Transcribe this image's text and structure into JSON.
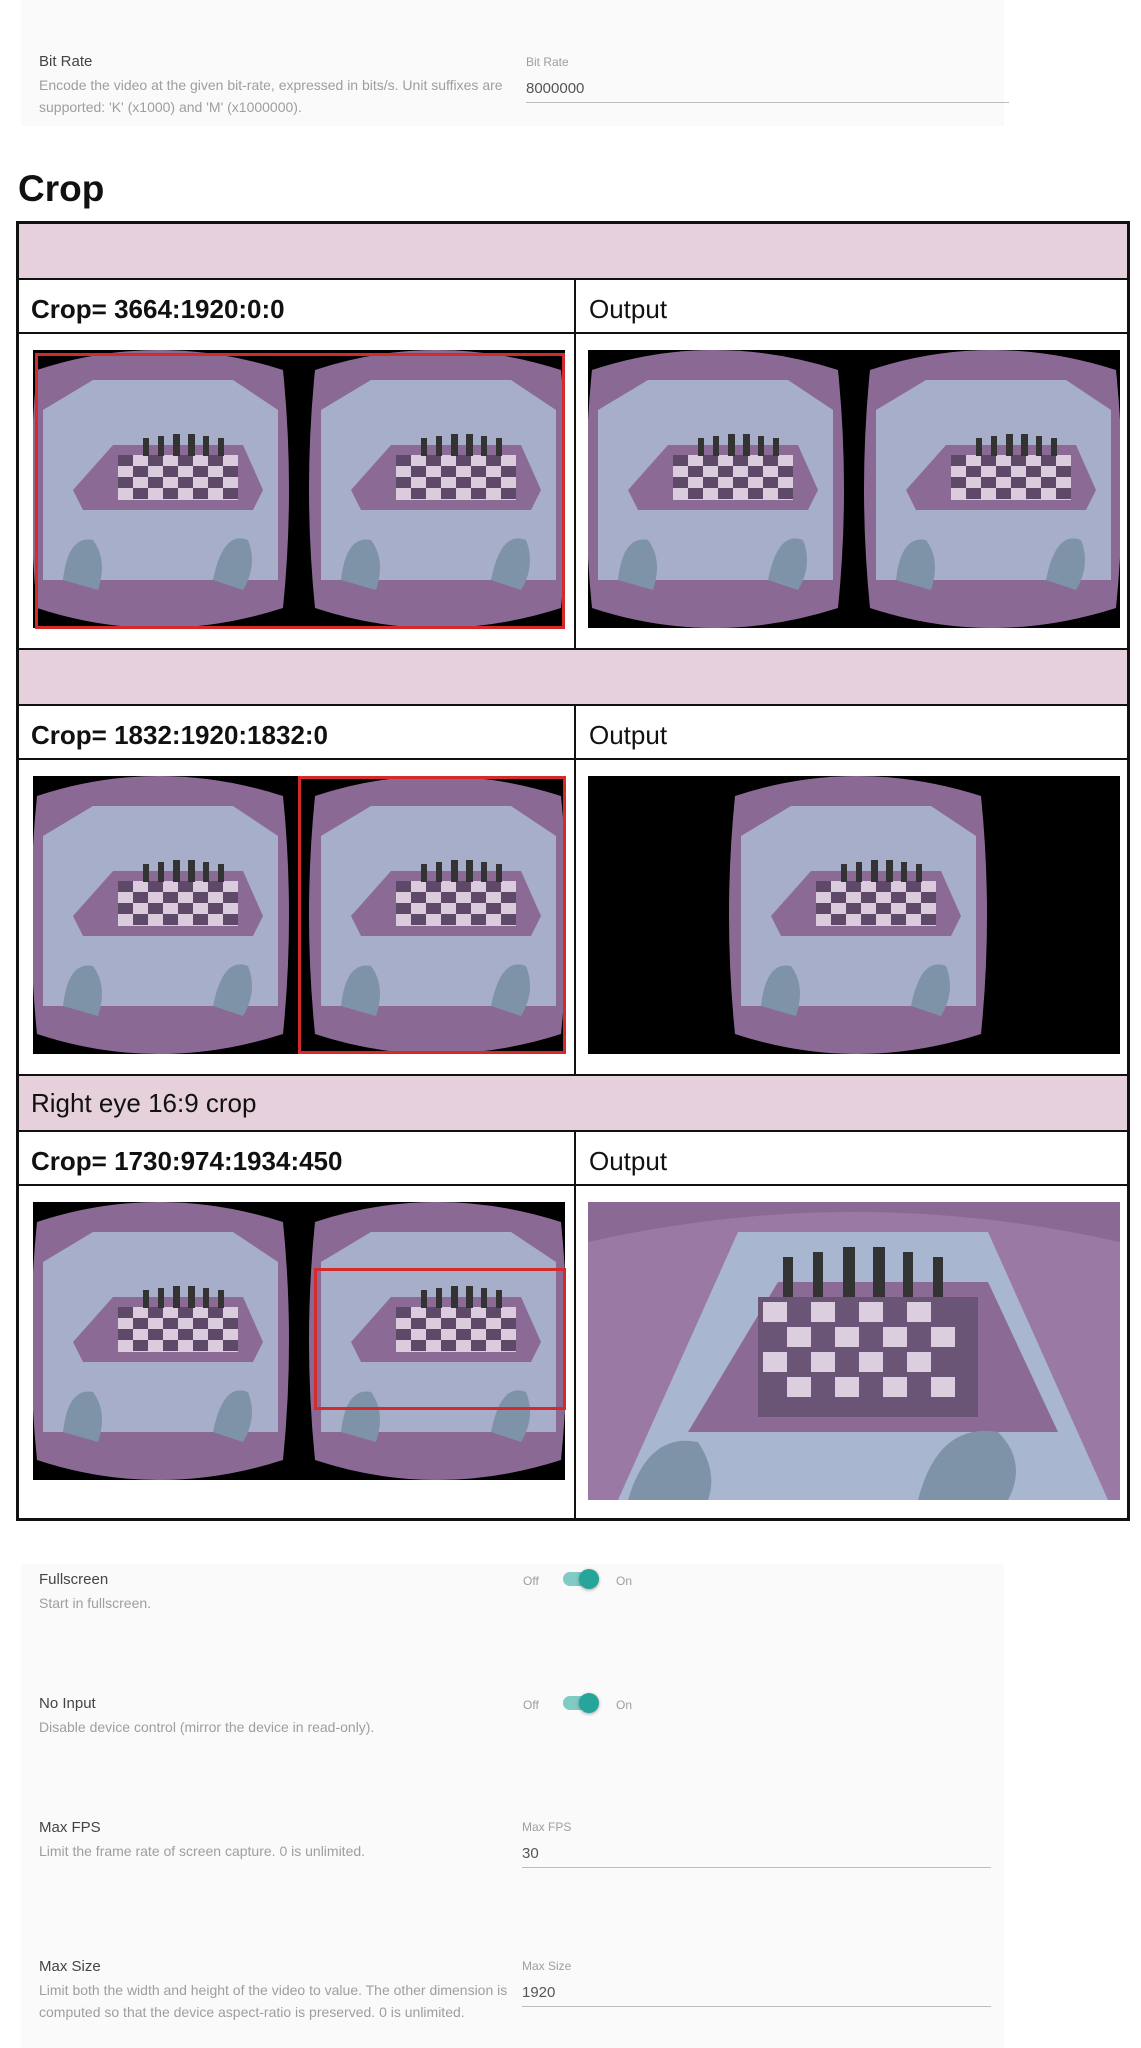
{
  "bit_rate": {
    "title": "Bit Rate",
    "description": "Encode the video at the given bit-rate, expressed in bits/s. Unit suffixes are supported: 'K' (x1000) and 'M' (x1000000).",
    "field_label": "Bit Rate",
    "value": "8000000"
  },
  "crop_section": {
    "heading": "Crop",
    "examples": [
      {
        "band_label": "",
        "crop_label": "Crop= 3664:1920:0:0",
        "output_label": "Output"
      },
      {
        "band_label": "",
        "crop_label": "Crop= 1832:1920:1832:0",
        "output_label": "Output"
      },
      {
        "band_label": "Right eye 16:9 crop",
        "crop_label": "Crop= 1730:974:1934:450",
        "output_label": "Output"
      }
    ]
  },
  "fullscreen": {
    "title": "Fullscreen",
    "description": "Start in fullscreen.",
    "off_label": "Off",
    "on_label": "On",
    "enabled": true
  },
  "no_input": {
    "title": "No Input",
    "description": "Disable device control (mirror the device in read-only).",
    "off_label": "Off",
    "on_label": "On",
    "enabled": true
  },
  "max_fps": {
    "title": "Max FPS",
    "description": "Limit the frame rate of screen capture. 0 is unlimited.",
    "field_label": "Max FPS",
    "value": "30"
  },
  "max_size": {
    "title": "Max Size",
    "description": "Limit both the width and height of the video to value. The other dimension is computed so that the device aspect-ratio is preserved. 0 is unlimited.",
    "field_label": "Max Size",
    "value": "1920"
  },
  "colors": {
    "accent_toggle": "#26a69a",
    "band_pink": "#e6d0dc",
    "crop_box_red": "#d42a2a"
  }
}
